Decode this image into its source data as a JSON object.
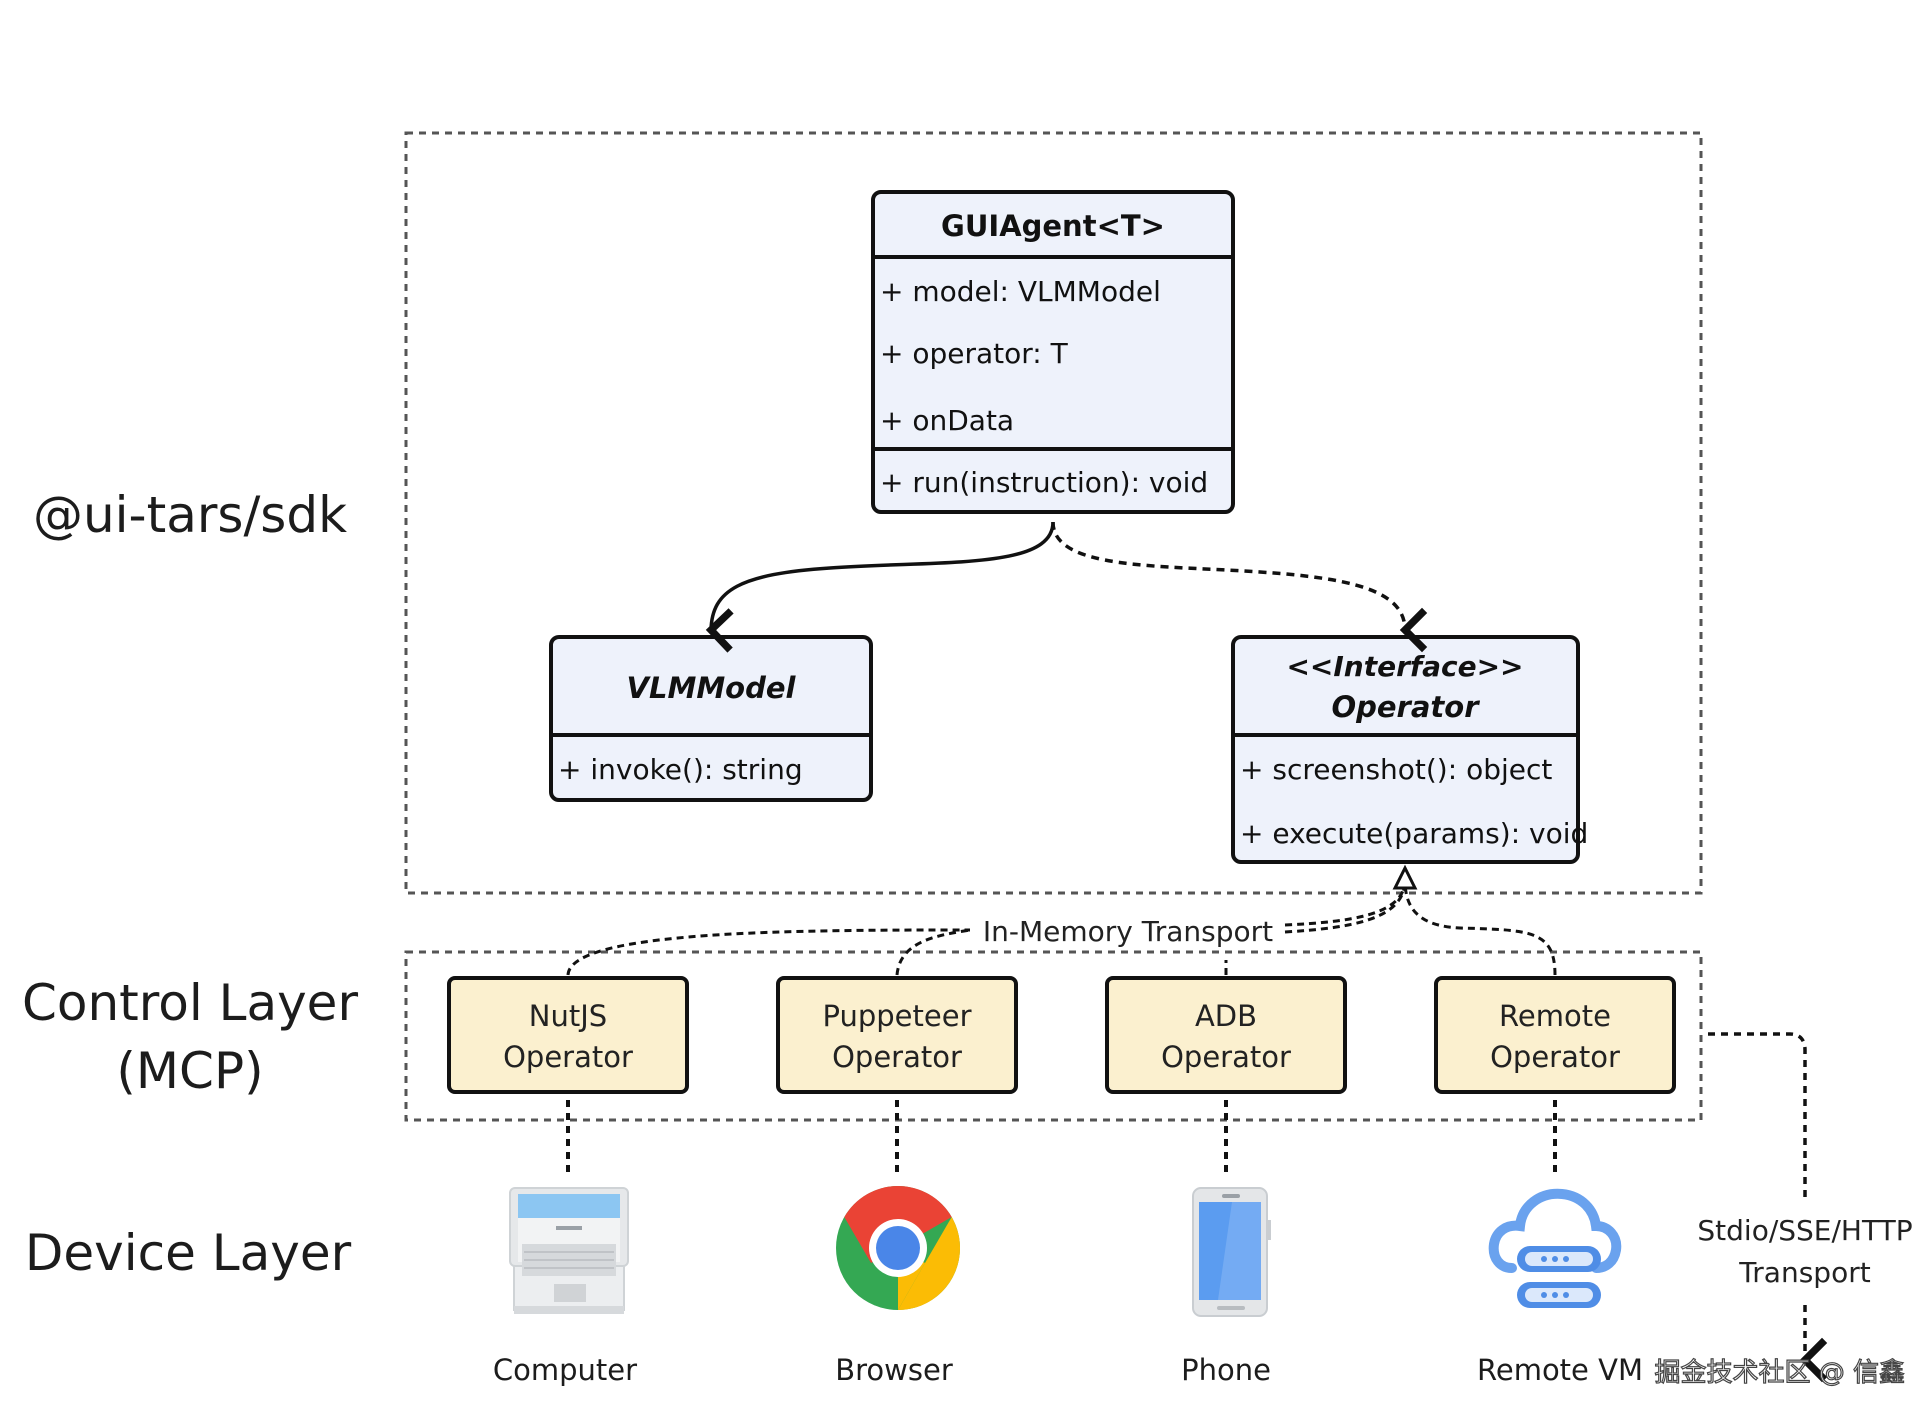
{
  "layers": {
    "sdk": "@ui-tars/sdk",
    "control_line1": "Control Layer",
    "control_line2": "(MCP)",
    "device": "Device Layer"
  },
  "gui_agent": {
    "title": "GUIAgent<T>",
    "attributes": [
      "+ model: VLMModel",
      "+ operator: T",
      "+ onData"
    ],
    "methods": [
      "+ run(instruction): void"
    ]
  },
  "vlm_model": {
    "title": "VLMModel",
    "methods": [
      "+ invoke(): string"
    ]
  },
  "operator_interface": {
    "stereotype": "<<Interface>>",
    "title": "Operator",
    "methods": [
      "+ screenshot(): object",
      "+ execute(params): void"
    ]
  },
  "transport": {
    "in_memory": "In-Memory Transport",
    "remote_line1": "Stdio/SSE/HTTP",
    "remote_line2": "Transport"
  },
  "operators": [
    {
      "line1": "NutJS",
      "line2": "Operator"
    },
    {
      "line1": "Puppeteer",
      "line2": "Operator"
    },
    {
      "line1": "ADB",
      "line2": "Operator"
    },
    {
      "line1": "Remote",
      "line2": "Operator"
    }
  ],
  "devices": [
    {
      "label": "Computer",
      "icon": "laptop-icon"
    },
    {
      "label": "Browser",
      "icon": "chrome-icon"
    },
    {
      "label": "Phone",
      "icon": "phone-icon"
    },
    {
      "label": "Remote VM",
      "icon": "cloud-server-icon"
    }
  ],
  "watermark": "掘金技术社区 @ 信鑫",
  "colors": {
    "class_fill": "#eef2fb",
    "operator_fill": "#fbf0cf",
    "stroke": "#111111",
    "dashed": "#555555"
  }
}
